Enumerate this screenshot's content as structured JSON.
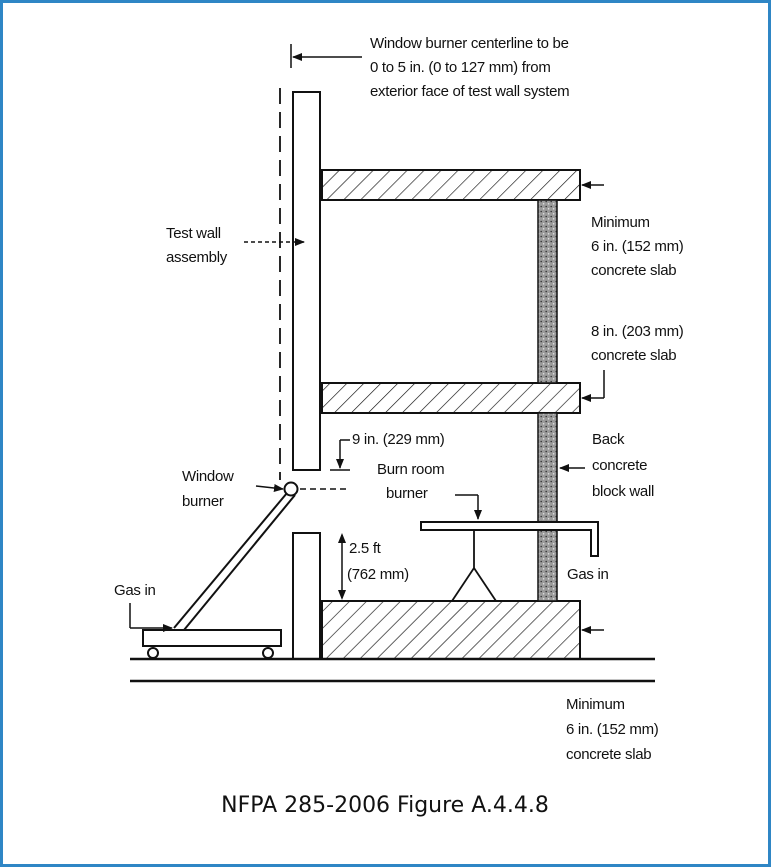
{
  "figure": {
    "caption": "NFPA 285-2006 Figure A.4.4.8",
    "labels": {
      "burner_centerline": [
        "Window burner centerline to be",
        "0 to 5 in. (0 to 127 mm) from",
        "exterior face of test wall system"
      ],
      "test_wall": [
        "Test wall",
        "assembly"
      ],
      "top_slab": [
        "Minimum",
        "6 in. (152 mm)",
        "concrete slab"
      ],
      "middle_slab": [
        "8 in. (203 mm)",
        "concrete slab"
      ],
      "gap": "9 in. (229 mm)",
      "back_wall": [
        "Back",
        "concrete",
        "block wall"
      ],
      "window_burner": [
        "Window",
        "burner"
      ],
      "burn_room_burner": [
        "Burn room",
        "burner"
      ],
      "window_height": [
        "2.5 ft",
        "(762 mm)"
      ],
      "gas_in_left": "Gas in",
      "gas_in_right": "Gas in",
      "bottom_slab": [
        "Minimum",
        "6 in. (152 mm)",
        "concrete slab"
      ]
    }
  },
  "colors": {
    "frame_border": "#2f86c5",
    "ink": "#111111"
  }
}
